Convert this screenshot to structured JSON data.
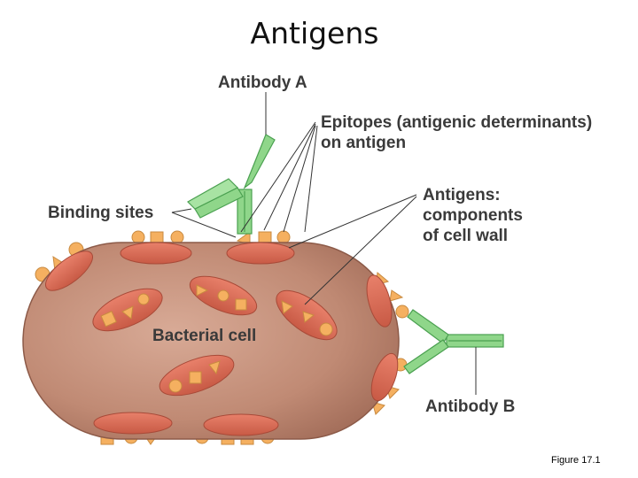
{
  "slide": {
    "title": "Antigens",
    "caption": "Figure 17.1"
  },
  "labels": {
    "antibody_a": "Antibody A",
    "epitopes_line1": "Epitopes (antigenic determinants)",
    "epitopes_line2": "on antigen",
    "binding_sites": "Binding sites",
    "antigens_line1": "Antigens:",
    "antigens_line2": "components",
    "antigens_line3": "of cell wall",
    "bacterial_cell": "Bacterial cell",
    "antibody_b": "Antibody B"
  },
  "colors": {
    "cell_body": "#c89682",
    "cell_edge": "#8c5a48",
    "wall_component": "#d9705a",
    "antibody": "#8fd68a",
    "antibody_edge": "#4aa050",
    "epitope": "#f5b060",
    "label_text": "#3a3a3a"
  }
}
